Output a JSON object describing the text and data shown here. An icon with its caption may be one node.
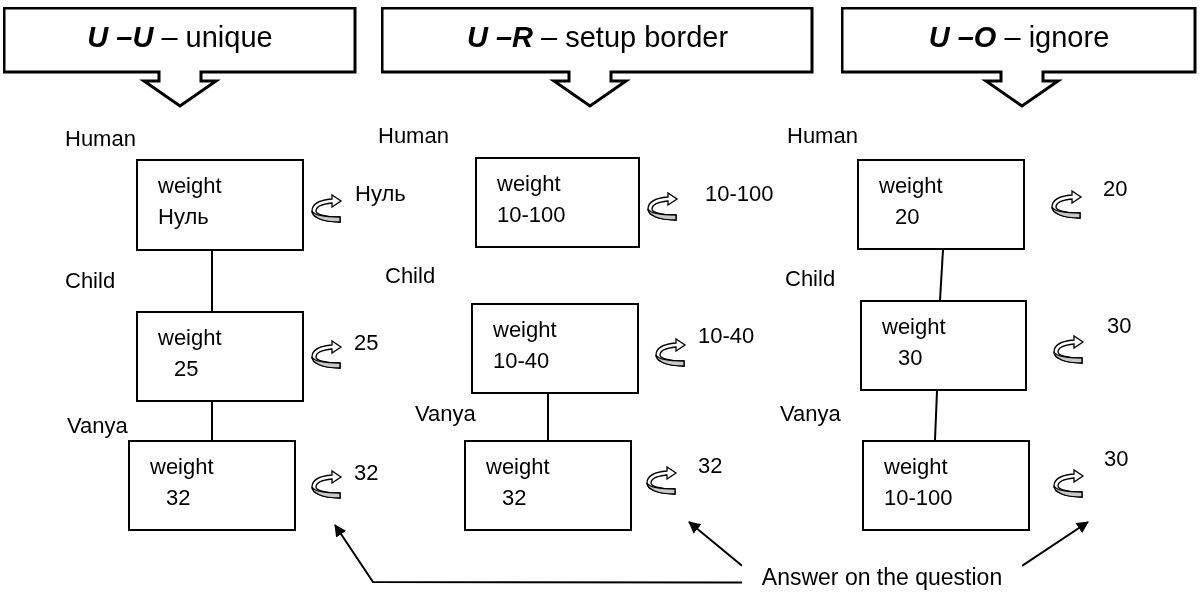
{
  "diagram": {
    "nodes": [
      {
        "text": [
          "**U –U** – unique"
        ]
      },
      {
        "text": [
          "**U –R** – setup border"
        ]
      },
      {
        "text": [
          "**U –O** – ignore"
        ]
      },
      {
        "text": [
          "weight",
          "Нуль"
        ],
        "beside": [
          "Human",
          "Нуль"
        ]
      },
      {
        "text": [
          "weight",
          "25"
        ],
        "beside": [
          "Child",
          "25"
        ]
      },
      {
        "text": [
          "weight",
          "32"
        ],
        "beside": [
          "Vanya",
          "32"
        ]
      },
      {
        "text": [
          "weight",
          "10-100"
        ],
        "beside": [
          "Human",
          "10-100"
        ]
      },
      {
        "text": [
          "weight",
          "10-40"
        ],
        "beside": [
          "Child",
          "10-40"
        ]
      },
      {
        "text": [
          "weight",
          "32"
        ],
        "beside": [
          "Vanya",
          "32"
        ]
      },
      {
        "text": [
          "weight",
          "20"
        ],
        "beside": [
          "Human",
          "20"
        ]
      },
      {
        "text": [
          "weight",
          "30"
        ],
        "beside": [
          "Child",
          "30"
        ]
      },
      {
        "text": [
          "weight",
          "10-100"
        ],
        "beside": [
          "Vanya",
          "30"
        ]
      },
      {
        "text": [
          "Answer on the question"
        ]
      }
    ],
    "edges": [
      {
        "from": 3,
        "to": 4,
        "arrow": "none"
      },
      {
        "from": 4,
        "to": 5,
        "arrow": "none"
      },
      {
        "from": 7,
        "to": 8,
        "arrow": "none"
      },
      {
        "from": 9,
        "to": 10,
        "arrow": "none"
      },
      {
        "from": 10,
        "to": 11,
        "arrow": "none"
      },
      {
        "from": 12,
        "to": null,
        "arrow": "to"
      },
      {
        "from": 12,
        "to": null,
        "arrow": "to"
      },
      {
        "from": 12,
        "to": null,
        "arrow": "to"
      }
    ]
  }
}
